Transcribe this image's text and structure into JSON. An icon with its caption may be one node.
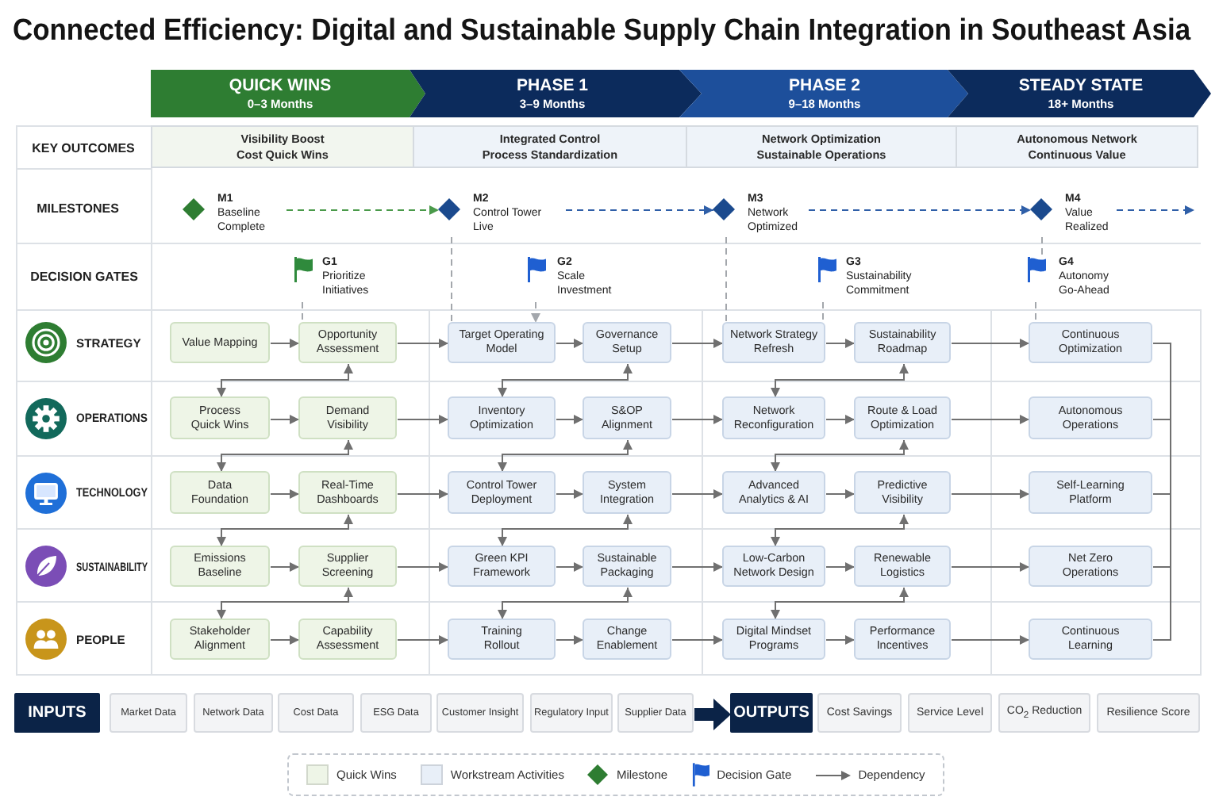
{
  "diagram": {
    "title": "Connected Efficiency: Digital and Sustainable Supply Chain Integration in Southeast Asia",
    "nodes": [
      {
        "text": [
          "QUICK WINS",
          "0–3 Months"
        ]
      },
      {
        "text": [
          "PHASE 1",
          "3–9 Months"
        ]
      },
      {
        "text": [
          "PHASE 2",
          "9–18 Months"
        ]
      },
      {
        "text": [
          "STEADY STATE",
          "18+ Months"
        ]
      },
      {
        "text": [
          "Visibility Boost",
          "Cost Quick Wins"
        ]
      },
      {
        "text": [
          "Integrated Control",
          "Process Standardization"
        ]
      },
      {
        "text": [
          "Network Optimization",
          "Sustainable Operations"
        ]
      },
      {
        "text": [
          "Autonomous Network",
          "Continuous Value"
        ]
      },
      {
        "text": [
          "M1",
          "Baseline Complete"
        ]
      },
      {
        "text": [
          "M2",
          "Control Tower Live"
        ]
      },
      {
        "text": [
          "M3",
          "Network Optimized"
        ]
      },
      {
        "text": [
          "M4",
          "Value Realized"
        ]
      },
      {
        "text": [
          "G1",
          "Prioritize Initiatives"
        ]
      },
      {
        "text": [
          "G2",
          "Scale Investment"
        ]
      },
      {
        "text": [
          "G3",
          "Sustainability Commitment"
        ]
      },
      {
        "text": [
          "G4",
          "Autonomy Go-Ahead"
        ]
      },
      {
        "text": [
          "Value Mapping"
        ]
      },
      {
        "text": [
          "Opportunity Assessment"
        ]
      },
      {
        "text": [
          "Target Operating Model"
        ]
      },
      {
        "text": [
          "Governance Setup"
        ]
      },
      {
        "text": [
          "Network Strategy Refresh"
        ]
      },
      {
        "text": [
          "Sustainability Roadmap"
        ]
      },
      {
        "text": [
          "Continuous Optimization"
        ]
      },
      {
        "text": [
          "Process Quick Wins"
        ]
      },
      {
        "text": [
          "Demand Visibility"
        ]
      },
      {
        "text": [
          "Inventory Optimization"
        ]
      },
      {
        "text": [
          "S&OP Alignment"
        ]
      },
      {
        "text": [
          "Network Reconfiguration"
        ]
      },
      {
        "text": [
          "Route & Load Optimization"
        ]
      },
      {
        "text": [
          "Autonomous Operations"
        ]
      },
      {
        "text": [
          "Data Foundation"
        ]
      },
      {
        "text": [
          "Real-Time Dashboards"
        ]
      },
      {
        "text": [
          "Control Tower Deployment"
        ]
      },
      {
        "text": [
          "System Integration"
        ]
      },
      {
        "text": [
          "Advanced Analytics & AI"
        ]
      },
      {
        "text": [
          "Predictive Visibility"
        ]
      },
      {
        "text": [
          "Self-Learning Platform"
        ]
      },
      {
        "text": [
          "Emissions Baseline"
        ]
      },
      {
        "text": [
          "Supplier Screening"
        ]
      },
      {
        "text": [
          "Green KPI Framework"
        ]
      },
      {
        "text": [
          "Sustainable Packaging"
        ]
      },
      {
        "text": [
          "Low-Carbon Network Design"
        ]
      },
      {
        "text": [
          "Renewable Logistics"
        ]
      },
      {
        "text": [
          "Net Zero Operations"
        ]
      },
      {
        "text": [
          "Stakeholder Alignment"
        ]
      },
      {
        "text": [
          "Capability Assessment"
        ]
      },
      {
        "text": [
          "Training Rollout"
        ]
      },
      {
        "text": [
          "Change Enablement"
        ]
      },
      {
        "text": [
          "Digital Mindset Programs"
        ]
      },
      {
        "text": [
          "Performance Incentives"
        ]
      },
      {
        "text": [
          "Continuous Learning"
        ]
      },
      {
        "text": [
          "INPUTS"
        ]
      },
      {
        "text": [
          "Market Data"
        ]
      },
      {
        "text": [
          "Network Data"
        ]
      },
      {
        "text": [
          "Cost Data"
        ]
      },
      {
        "text": [
          "ESG Data"
        ]
      },
      {
        "text": [
          "Customer Insight"
        ]
      },
      {
        "text": [
          "Regulatory Input"
        ]
      },
      {
        "text": [
          "Supplier Data"
        ]
      },
      {
        "text": [
          "OUTPUTS"
        ]
      },
      {
        "text": [
          "Cost Savings"
        ]
      },
      {
        "text": [
          "Service Level"
        ]
      },
      {
        "text": [
          "CO$_{2}$ Reduction"
        ]
      },
      {
        "text": [
          "Resilience Score"
        ]
      }
    ],
    "edges": [
      {
        "from": 8,
        "to": 9,
        "arrow": "to",
        "style": "dashed",
        "color": "#4a9a4a"
      },
      {
        "from": 9,
        "to": 10,
        "arrow": "to",
        "style": "dashed",
        "color": "#2f5fa8"
      },
      {
        "from": 10,
        "to": 11,
        "arrow": "to",
        "style": "dashed",
        "color": "#2f5fa8"
      },
      {
        "from": 11,
        "to": null,
        "arrow": "to",
        "style": "dashed",
        "color": "#2f5fa8"
      },
      {
        "from": 9,
        "to": 18,
        "arrow": "none",
        "style": "dashed",
        "color": "#a3a7ac"
      },
      {
        "from": 10,
        "to": 20,
        "arrow": "none",
        "style": "dashed",
        "color": "#a3a7ac"
      },
      {
        "from": 11,
        "to": 15,
        "arrow": "none",
        "style": "dashed",
        "color": "#a3a7ac"
      },
      {
        "from": 12,
        "to": 17,
        "arrow": "none",
        "style": "dashed",
        "color": "#a3a7ac"
      },
      {
        "from": 13,
        "to": 18,
        "arrow": "to",
        "style": "dashed",
        "color": "#a3a7ac"
      },
      {
        "from": 14,
        "to": 20,
        "arrow": "none",
        "style": "dashed",
        "color": "#a3a7ac"
      },
      {
        "from": 15,
        "to": 22,
        "arrow": "none",
        "style": "dashed",
        "color": "#a3a7ac"
      },
      {
        "from": 16,
        "to": 17,
        "arrow": "to"
      },
      {
        "from": 17,
        "to": 18,
        "arrow": "to"
      },
      {
        "from": 18,
        "to": 19,
        "arrow": "to"
      },
      {
        "from": 19,
        "to": 20,
        "arrow": "to"
      },
      {
        "from": 20,
        "to": 21,
        "arrow": "to"
      },
      {
        "from": 21,
        "to": 22,
        "arrow": "to"
      },
      {
        "from": 23,
        "to": 24,
        "arrow": "to"
      },
      {
        "from": 24,
        "to": 25,
        "arrow": "to"
      },
      {
        "from": 25,
        "to": 26,
        "arrow": "to"
      },
      {
        "from": 26,
        "to": 27,
        "arrow": "to"
      },
      {
        "from": 27,
        "to": 28,
        "arrow": "to"
      },
      {
        "from": 28,
        "to": 29,
        "arrow": "to"
      },
      {
        "from": 30,
        "to": 31,
        "arrow": "to"
      },
      {
        "from": 31,
        "to": 32,
        "arrow": "to"
      },
      {
        "from": 32,
        "to": 33,
        "arrow": "to"
      },
      {
        "from": 33,
        "to": 34,
        "arrow": "to"
      },
      {
        "from": 34,
        "to": 35,
        "arrow": "to"
      },
      {
        "from": 35,
        "to": 36,
        "arrow": "to"
      },
      {
        "from": 37,
        "to": 38,
        "arrow": "to"
      },
      {
        "from": 38,
        "to": 39,
        "arrow": "to"
      },
      {
        "from": 39,
        "to": 40,
        "arrow": "to"
      },
      {
        "from": 40,
        "to": 41,
        "arrow": "to"
      },
      {
        "from": 41,
        "to": 42,
        "arrow": "to"
      },
      {
        "from": 42,
        "to": 43,
        "arrow": "to"
      },
      {
        "from": 44,
        "to": 45,
        "arrow": "to"
      },
      {
        "from": 45,
        "to": 46,
        "arrow": "to"
      },
      {
        "from": 46,
        "to": 47,
        "arrow": "to"
      },
      {
        "from": 47,
        "to": 48,
        "arrow": "to"
      },
      {
        "from": 48,
        "to": 49,
        "arrow": "to"
      },
      {
        "from": 49,
        "to": 50,
        "arrow": "to"
      },
      {
        "from": 17,
        "to": 23,
        "arrow": "both"
      },
      {
        "from": 24,
        "to": 30,
        "arrow": "both"
      },
      {
        "from": 31,
        "to": 37,
        "arrow": "both"
      },
      {
        "from": 38,
        "to": 44,
        "arrow": "both"
      },
      {
        "from": 19,
        "to": 25,
        "arrow": "both"
      },
      {
        "from": 26,
        "to": 32,
        "arrow": "both"
      },
      {
        "from": 33,
        "to": 39,
        "arrow": "both"
      },
      {
        "from": 40,
        "to": 46,
        "arrow": "both"
      },
      {
        "from": 21,
        "to": 27,
        "arrow": "both"
      },
      {
        "from": 28,
        "to": 34,
        "arrow": "both"
      },
      {
        "from": 35,
        "to": 41,
        "arrow": "both"
      },
      {
        "from": 42,
        "to": 48,
        "arrow": "both"
      },
      {
        "from": 22,
        "to": 29,
        "arrow": "none"
      },
      {
        "from": 29,
        "to": 36,
        "arrow": "none"
      },
      {
        "from": 36,
        "to": 43,
        "arrow": "none"
      },
      {
        "from": 43,
        "to": 50,
        "arrow": "none"
      },
      {
        "from": 58,
        "to": 59,
        "arrow": "to",
        "style": "thick",
        "color": "#0b2347"
      }
    ],
    "labels": [
      "KEY OUTCOMES",
      "MILESTONES",
      "DECISION GATES",
      "STRATEGY",
      "OPERATIONS",
      "TECHNOLOGY",
      "SUSTAINABILITY",
      "PEOPLE"
    ],
    "legend": [
      {
        "text": "Quick Wins",
        "color": "#eef5e7"
      },
      {
        "text": "Workstream Activities",
        "color": "#e8eff8"
      },
      {
        "text": "Milestone"
      },
      {
        "text": "Decision Gate"
      },
      {
        "text": "Dependency"
      }
    ]
  }
}
